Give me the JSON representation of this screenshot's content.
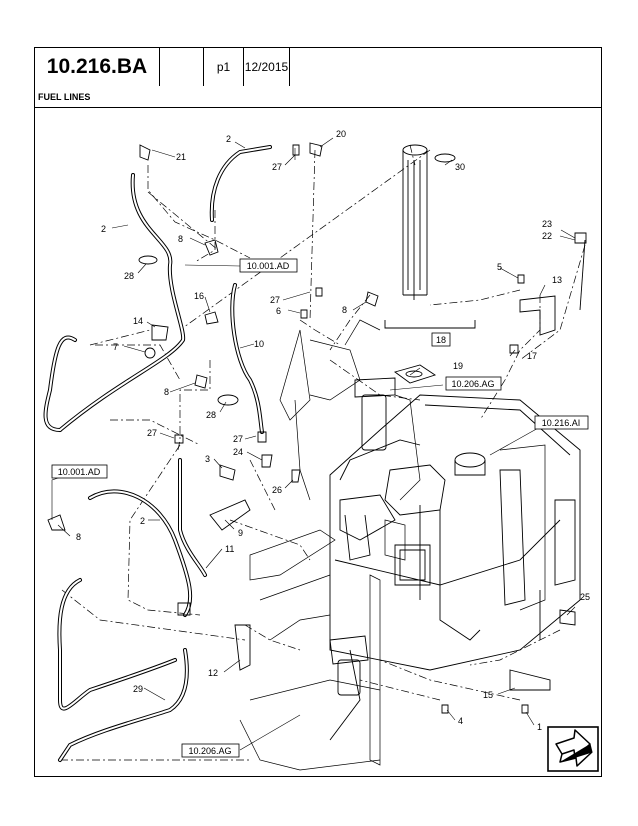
{
  "header": {
    "section_code": "10.216.BA",
    "page": "p1",
    "date_line1": "12/201",
    "date_line2": "5"
  },
  "title": "FUEL LINES",
  "callouts": {
    "c1": "1",
    "c2a": "2",
    "c2b": "2",
    "c2c": "2",
    "c3": "3",
    "c4": "4",
    "c5": "5",
    "c6": "6",
    "c7": "7",
    "c8a": "8",
    "c8b": "8",
    "c8c": "8",
    "c8d": "8",
    "c9": "9",
    "c10": "10",
    "c11": "11",
    "c12": "12",
    "c13": "13",
    "c14": "14",
    "c15": "15",
    "c16": "16",
    "c17": "17",
    "c18": "18",
    "c19": "19",
    "c20": "20",
    "c21": "21",
    "c22": "22",
    "c23": "23",
    "c24": "24",
    "c25": "25",
    "c26": "26",
    "c27a": "27",
    "c27b": "27",
    "c27c": "27",
    "c27d": "27",
    "c28a": "28",
    "c28b": "28",
    "c29": "29",
    "c30": "30"
  },
  "references": {
    "ref_001_ad_top": "10.001.AD",
    "ref_001_ad_left": "10.001.AD",
    "ref_206_ag_mid": "10.206.AG",
    "ref_206_ag_bottom": "10.206.AG",
    "ref_216_ai": "10.216.AI"
  },
  "icons": {
    "nav": "next-page-arrow-icon"
  }
}
